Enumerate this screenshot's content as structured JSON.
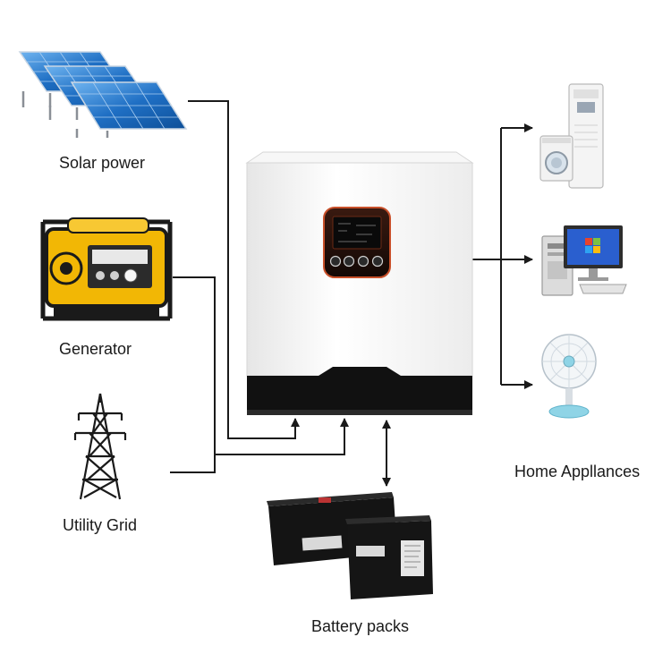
{
  "sources": {
    "solar": {
      "label": "Solar power",
      "icon": "solar-panel-icon"
    },
    "generator": {
      "label": "Generator",
      "icon": "generator-icon"
    },
    "grid": {
      "label": "Utility Grid",
      "icon": "transmission-tower-icon"
    }
  },
  "loads": {
    "label": "Home Appllances",
    "items": [
      {
        "icon": "air-conditioner-washer-icon"
      },
      {
        "icon": "desktop-computer-icon"
      },
      {
        "icon": "electric-fan-icon"
      }
    ]
  },
  "storage": {
    "label": "Battery packs",
    "icon": "battery-icon"
  },
  "center": {
    "icon": "inverter-icon"
  },
  "colors": {
    "line": "#1a1a1a",
    "solar_blue": "#1f6fc4",
    "generator_yellow": "#f2b705",
    "inverter_body": "#f4f4f4",
    "inverter_base": "#111111",
    "panel_orange": "#c8502a"
  }
}
